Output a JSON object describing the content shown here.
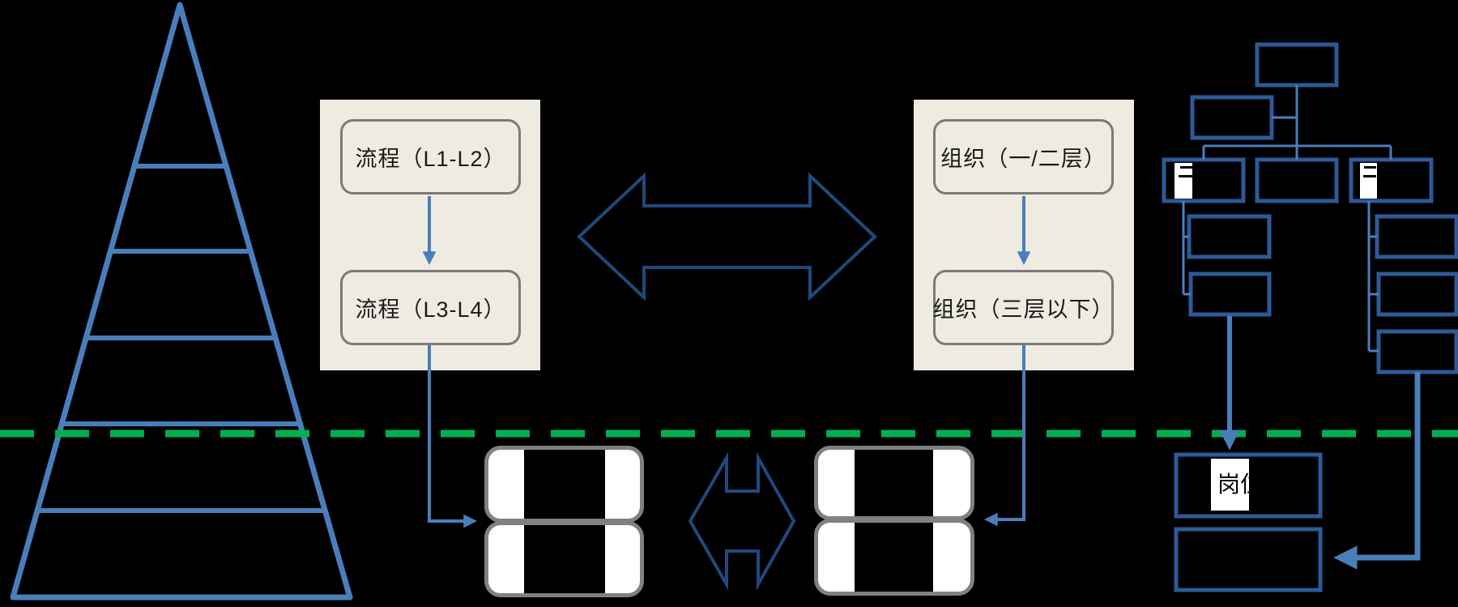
{
  "theme": {
    "colors": {
      "background": "#000000",
      "accent_blue": "#4a7ebb",
      "dark_navy": "#1f497d",
      "org_blue": "#2d5a96",
      "green_dashed": "#00b050",
      "panel_beige": "#eeece1",
      "box_border_gray": "#7a7a7a",
      "table_border_gray": "#808080"
    }
  },
  "pyramid": {
    "levels": 6
  },
  "process_panel": {
    "top_box": "流程（L1-L2）",
    "bottom_box": "流程（L3-L4）"
  },
  "org_panel": {
    "top_box": "组织（一/二层）",
    "bottom_box": "组织（三层以下）"
  },
  "org_chart": {
    "post_label": "岗位"
  }
}
